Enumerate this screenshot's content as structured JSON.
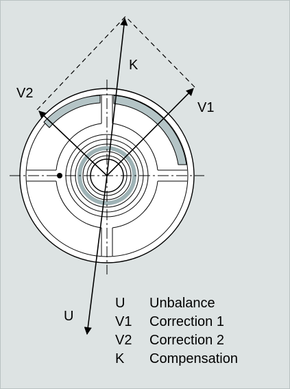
{
  "diagram": {
    "vectors": {
      "k_label": "K",
      "v1_label": "V1",
      "v2_label": "V2",
      "u_label": "U"
    },
    "legend": [
      {
        "symbol": "U",
        "text": "Unbalance"
      },
      {
        "symbol": "V1",
        "text": "Correction 1"
      },
      {
        "symbol": "V2",
        "text": "Correction 2"
      },
      {
        "symbol": "K",
        "text": "Compensation"
      }
    ],
    "colors": {
      "background": "#dde3e3",
      "pocket_fill": "#b4c4c6",
      "disc": "#ffffff",
      "stroke": "#000000"
    }
  }
}
